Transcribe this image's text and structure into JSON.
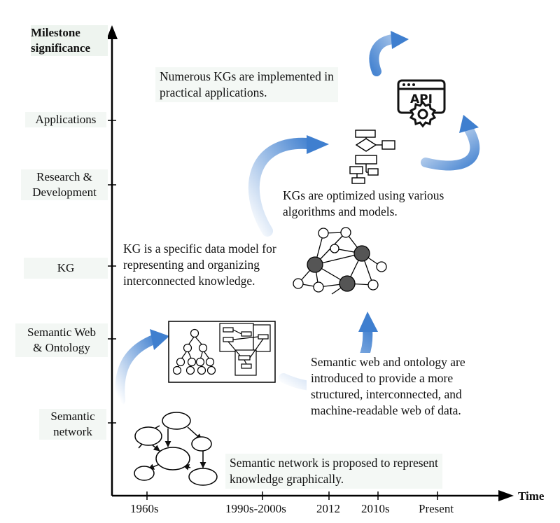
{
  "axes": {
    "y_title": [
      "Milestone",
      "significance"
    ],
    "x_title": "Time"
  },
  "milestones": [
    {
      "label": [
        "Applications"
      ]
    },
    {
      "label": [
        "Research &",
        "Development"
      ]
    },
    {
      "label": [
        "KG"
      ]
    },
    {
      "label": [
        "Semantic Web",
        "& Ontology"
      ]
    },
    {
      "label": [
        "Semantic",
        "network"
      ]
    }
  ],
  "time_ticks": [
    "1960s",
    "1990s-2000s",
    "2012",
    "2010s",
    "Present"
  ],
  "notes": {
    "applications": [
      "Numerous  KGs are implemented in",
      "practical applications."
    ],
    "research": [
      "KGs are optimized using various",
      "algorithms and models."
    ],
    "kg": [
      "KG is a specific data model for",
      "representing and organizing",
      "interconnected knowledge."
    ],
    "semantic_web": [
      "Semantic web and ontology are",
      "introduced to provide a more",
      "structured, interconnected, and",
      "machine-readable web of data."
    ],
    "semantic_network": [
      "Semantic network is proposed to represent",
      "knowledge graphically."
    ]
  },
  "icon_text": {
    "api": "API"
  },
  "colors": {
    "arrow_blue": "#3f7fcf",
    "node_dark": "#555555"
  }
}
